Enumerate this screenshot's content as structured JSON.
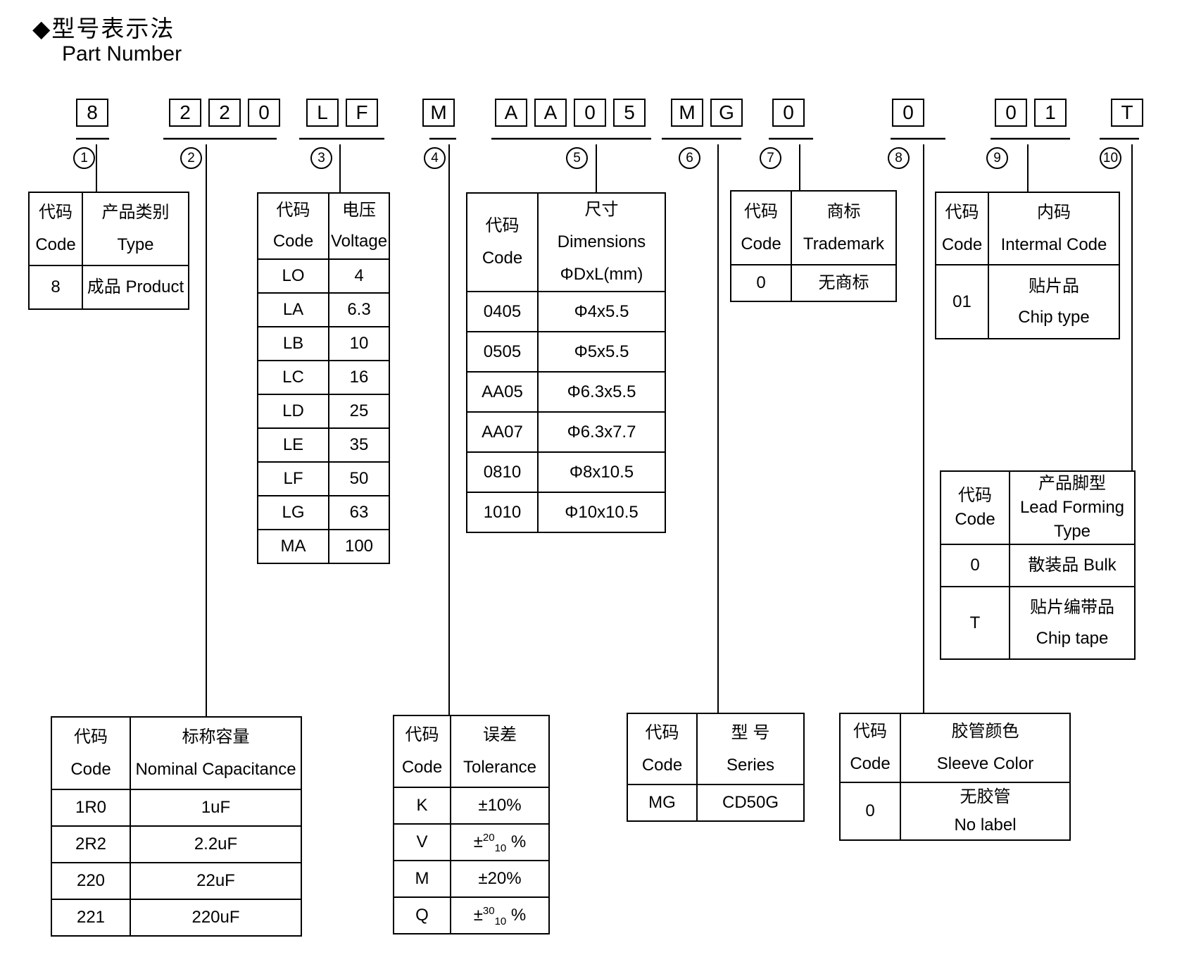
{
  "title": {
    "zh": "◆型号表示法",
    "en": "Part Number"
  },
  "part_number": {
    "groups": [
      {
        "num": "1",
        "chars": [
          "8"
        ]
      },
      {
        "num": "2",
        "chars": [
          "2",
          "2",
          "0"
        ]
      },
      {
        "num": "3",
        "chars": [
          "L",
          "F"
        ]
      },
      {
        "num": "4",
        "chars": [
          "M"
        ]
      },
      {
        "num": "5",
        "chars": [
          "A",
          "A",
          "0",
          "5"
        ]
      },
      {
        "num": "6",
        "chars": [
          "M",
          "G"
        ]
      },
      {
        "num": "7",
        "chars": [
          "0"
        ]
      },
      {
        "num": "8",
        "chars": [
          "0"
        ]
      },
      {
        "num": "9",
        "chars": [
          "0",
          "1"
        ]
      },
      {
        "num": "10",
        "chars": [
          "T"
        ]
      }
    ]
  },
  "tables": {
    "t1": {
      "headers": [
        {
          "lines": [
            "代码",
            "Code"
          ]
        },
        {
          "lines": [
            "产品类别",
            "Type"
          ]
        }
      ],
      "rows": [
        [
          "8",
          "成品 Product"
        ]
      ]
    },
    "t2": {
      "headers": [
        {
          "lines": [
            "代码",
            "Code"
          ]
        },
        {
          "lines": [
            "电压",
            "Voltage"
          ]
        }
      ],
      "rows": [
        [
          "LO",
          "4"
        ],
        [
          "LA",
          "6.3"
        ],
        [
          "LB",
          "10"
        ],
        [
          "LC",
          "16"
        ],
        [
          "LD",
          "25"
        ],
        [
          "LE",
          "35"
        ],
        [
          "LF",
          "50"
        ],
        [
          "LG",
          "63"
        ],
        [
          "MA",
          "100"
        ]
      ]
    },
    "t3": {
      "headers": [
        {
          "lines": [
            "代码",
            "Code"
          ]
        },
        {
          "lines": [
            "尺寸 Dimensions",
            "ΦDxL(mm)"
          ]
        }
      ],
      "rows": [
        [
          "0405",
          "Φ4x5.5"
        ],
        [
          "0505",
          "Φ5x5.5"
        ],
        [
          "AA05",
          "Φ6.3x5.5"
        ],
        [
          "AA07",
          "Φ6.3x7.7"
        ],
        [
          "0810",
          "Φ8x10.5"
        ],
        [
          "1010",
          "Φ10x10.5"
        ]
      ]
    },
    "t4": {
      "headers": [
        {
          "lines": [
            "代码",
            "Code"
          ]
        },
        {
          "lines": [
            "商标",
            "Trademark"
          ]
        }
      ],
      "rows": [
        [
          "0",
          "无商标"
        ]
      ]
    },
    "t5": {
      "headers": [
        {
          "lines": [
            "代码",
            "Code"
          ]
        },
        {
          "lines": [
            "内码",
            "Intermal Code"
          ]
        }
      ],
      "rows": [
        [
          "01",
          {
            "lines": [
              "贴片品",
              "Chip type"
            ]
          }
        ]
      ]
    },
    "t6": {
      "headers": [
        {
          "lines": [
            "代码",
            "Code"
          ]
        },
        {
          "lines": [
            "产品脚型",
            "Lead Forming",
            "Type"
          ]
        }
      ],
      "rows": [
        [
          "0",
          "散装品 Bulk"
        ],
        [
          "T",
          {
            "lines": [
              "贴片编带品",
              "Chip tape"
            ]
          }
        ]
      ]
    },
    "t7": {
      "headers": [
        {
          "lines": [
            "代码",
            "Code"
          ]
        },
        {
          "lines": [
            "标称容量",
            "Nominal Capacitance"
          ]
        }
      ],
      "rows": [
        [
          "1R0",
          "1uF"
        ],
        [
          "2R2",
          "2.2uF"
        ],
        [
          "220",
          "22uF"
        ],
        [
          "221",
          "220uF"
        ]
      ]
    },
    "t8": {
      "headers": [
        {
          "lines": [
            "代码",
            "Code"
          ]
        },
        {
          "lines": [
            "误差",
            "Tolerance"
          ]
        }
      ],
      "rows": [
        [
          "K",
          "±10%"
        ],
        [
          "V",
          {
            "pre": "±",
            "sup": "20",
            "sub": "10",
            "post": " %"
          }
        ],
        [
          "M",
          "±20%"
        ],
        [
          "Q",
          {
            "pre": "±",
            "sup": "30",
            "sub": "10",
            "post": " %"
          }
        ]
      ]
    },
    "t9": {
      "headers": [
        {
          "lines": [
            "代码",
            "Code"
          ]
        },
        {
          "lines": [
            "型 号",
            "Series"
          ]
        }
      ],
      "rows": [
        [
          "MG",
          "CD50G"
        ]
      ]
    },
    "t10": {
      "headers": [
        {
          "lines": [
            "代码",
            "Code"
          ]
        },
        {
          "lines": [
            "胶管颜色",
            "Sleeve Color"
          ]
        }
      ],
      "rows": [
        [
          "0",
          {
            "lines": [
              "无胶管",
              "No label"
            ]
          }
        ]
      ]
    }
  },
  "colors": {
    "ink": "#000000",
    "background": "#ffffff"
  }
}
